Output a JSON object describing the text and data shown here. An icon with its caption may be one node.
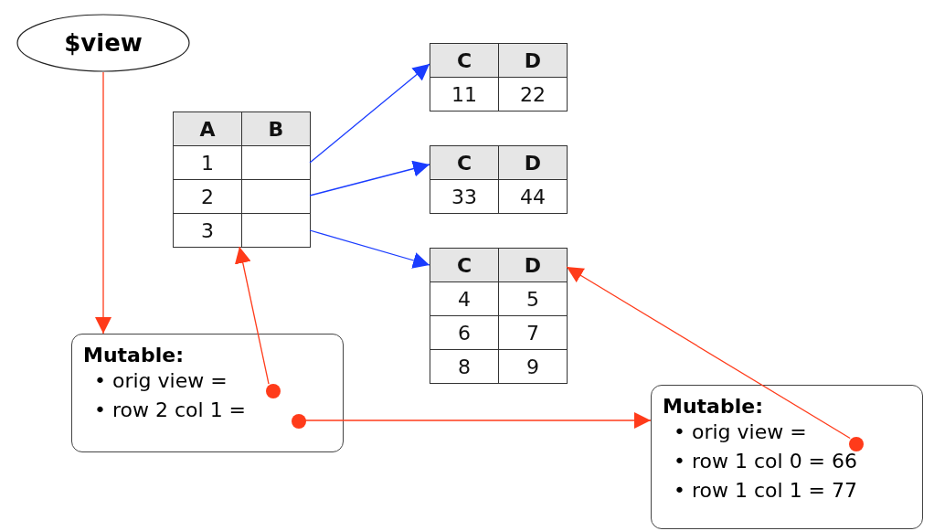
{
  "diagram": {
    "nodes": [
      {
        "text": [
          "$view"
        ]
      },
      {
        "text": [
          "A",
          "B",
          "1",
          "2",
          "3"
        ]
      },
      {
        "text": [
          "C",
          "D",
          "11",
          "22"
        ]
      },
      {
        "text": [
          "C",
          "D",
          "33",
          "44"
        ]
      },
      {
        "text": [
          "C",
          "D",
          "4",
          "5",
          "6",
          "7",
          "8",
          "9"
        ]
      },
      {
        "text": [
          "Mutable:",
          "• orig view =",
          "• row 2 col 1 ="
        ]
      },
      {
        "text": [],
        "shape": "circle",
        "in": 5
      },
      {
        "text": [],
        "shape": "circle",
        "in": 5
      },
      {
        "text": [
          "Mutable:",
          "• orig view =",
          "• row 1 col 0 = 66",
          "• row 1 col 1 = 77"
        ]
      },
      {
        "text": [],
        "shape": "circle",
        "in": 8
      }
    ],
    "edges": [
      {
        "from": 0,
        "to": 5,
        "arrow": "to"
      },
      {
        "from": 1,
        "to": 2,
        "arrow": "to",
        "color": "#1a3cff"
      },
      {
        "from": 1,
        "to": 3,
        "arrow": "to",
        "color": "#1a3cff"
      },
      {
        "from": 1,
        "to": 4,
        "arrow": "to",
        "color": "#1a3cff"
      },
      {
        "from": 6,
        "to": 1,
        "arrow": "to"
      },
      {
        "from": 7,
        "to": 8,
        "arrow": "to"
      },
      {
        "from": 9,
        "to": 4,
        "arrow": "to"
      }
    ]
  }
}
